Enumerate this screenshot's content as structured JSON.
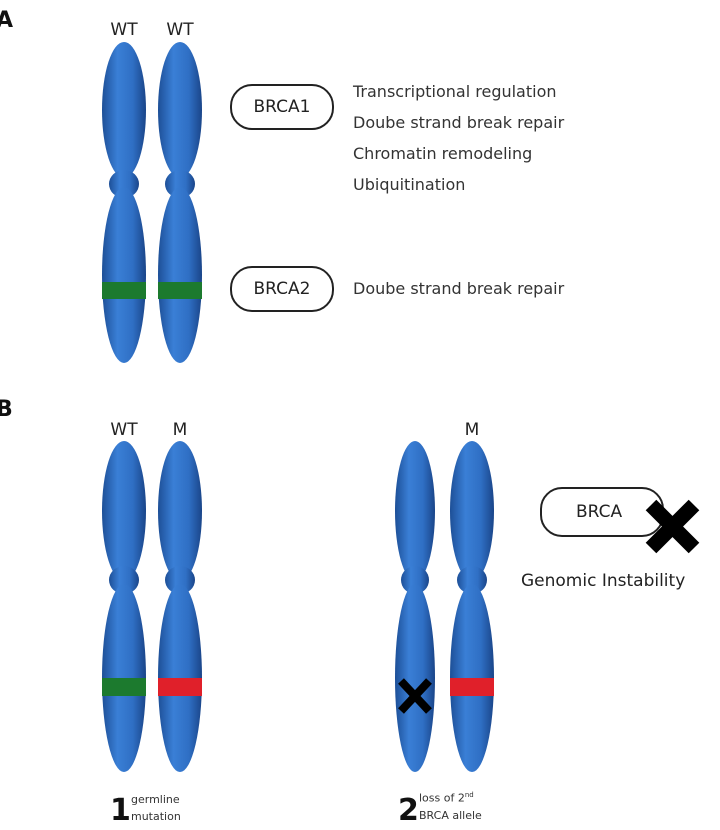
{
  "panels": {
    "a": {
      "label": "A",
      "chromosome_labels": [
        "WT",
        "WT"
      ],
      "genes": [
        {
          "name": "BRCA1",
          "functions": [
            "Transcriptional regulation",
            "Doube strand break repair",
            "Chromatin remodeling",
            "Ubiquitination"
          ]
        },
        {
          "name": "BRCA2",
          "functions": [
            "Doube strand break repair"
          ]
        }
      ]
    },
    "b": {
      "label": "B",
      "step1": {
        "chromosome_labels": [
          "WT",
          "M"
        ],
        "number": "1",
        "caption": [
          "germline",
          "mutation"
        ]
      },
      "step2": {
        "chromosome_labels": [
          "M"
        ],
        "number": "2",
        "caption_parts": [
          "loss of 2",
          "nd",
          "BRCA allele"
        ]
      },
      "gene": "BRCA",
      "outcome": "Genomic Instability"
    }
  },
  "colors": {
    "chromosome": "#2f6fc4",
    "chromosome_dark": "#1d4f97",
    "wild_type_band": "#1c7a2e",
    "mutant_band": "#e0202a",
    "cross": "#000000"
  }
}
